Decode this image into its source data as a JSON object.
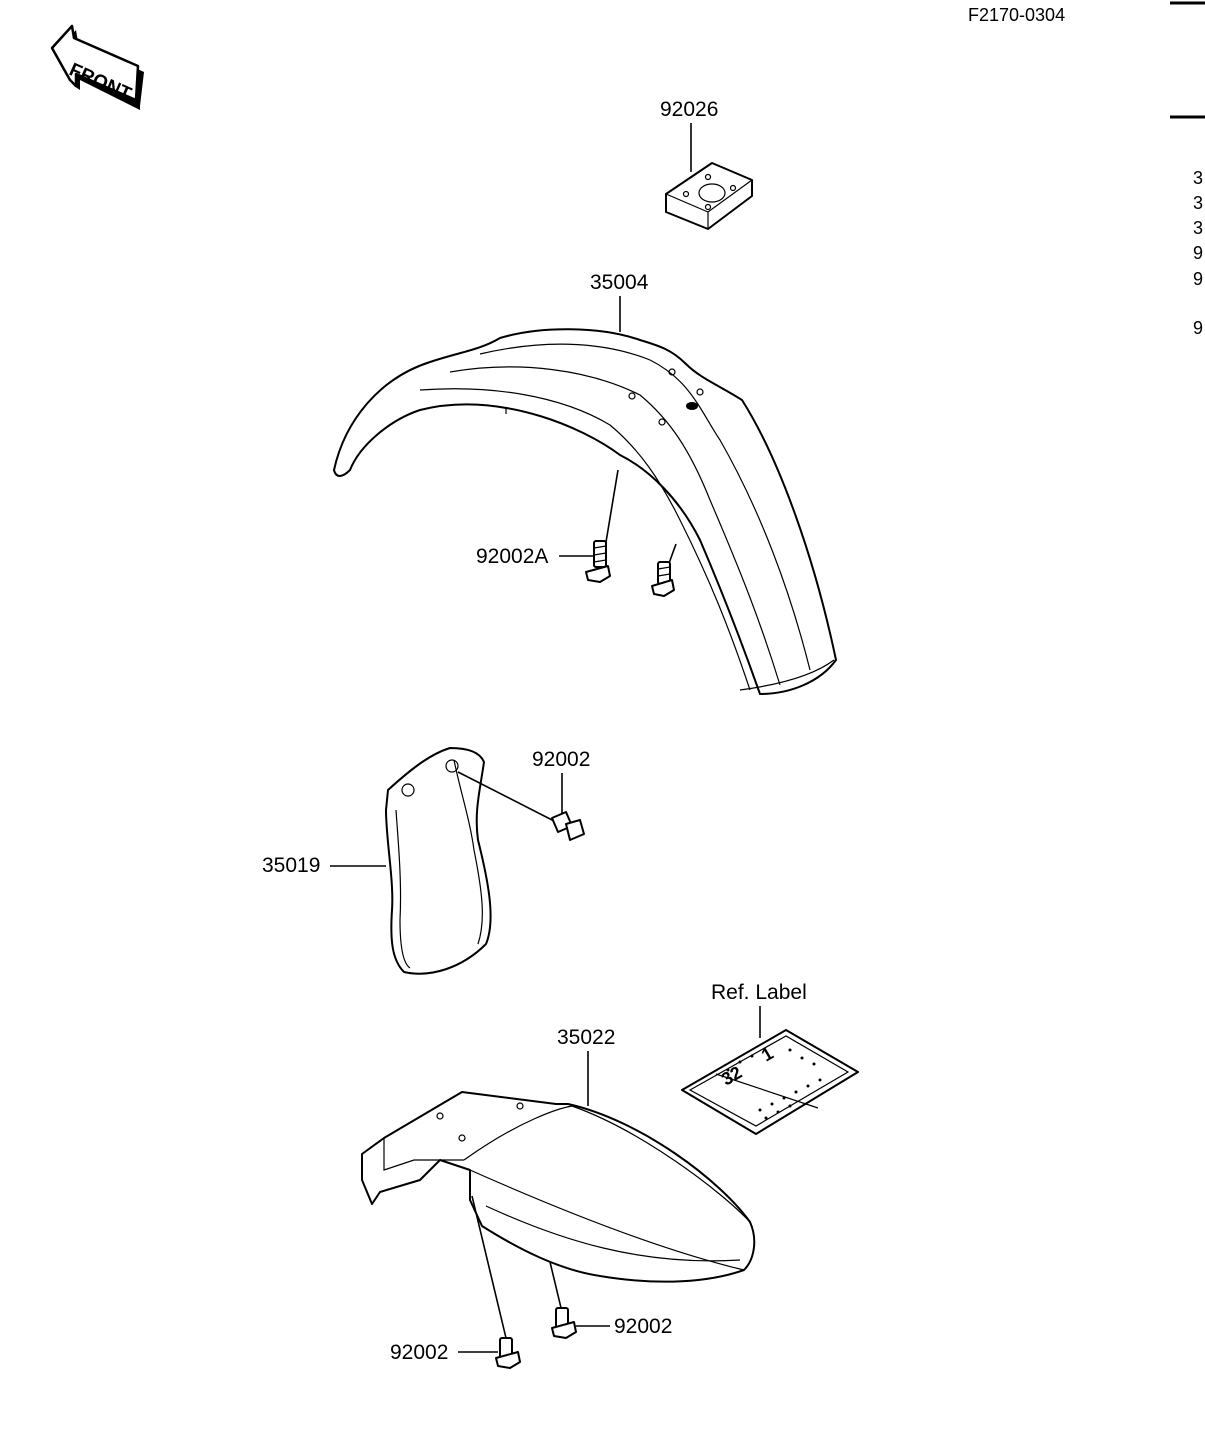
{
  "diagram": {
    "id_code": "F2170-0304",
    "front_logo": "FRONT",
    "margin_digits": [
      "3",
      "3",
      "3",
      "9",
      "9",
      "9"
    ],
    "label_numbers": {
      "left": "32",
      "right": "1"
    },
    "callouts": {
      "c92026": "92026",
      "c35004": "35004",
      "c92002a": "92002A",
      "c92002_upper": "92002",
      "c35019": "35019",
      "c_ref_label": "Ref. Label",
      "c35022": "35022",
      "c92002_right": "92002",
      "c92002_bottom": "92002"
    }
  }
}
